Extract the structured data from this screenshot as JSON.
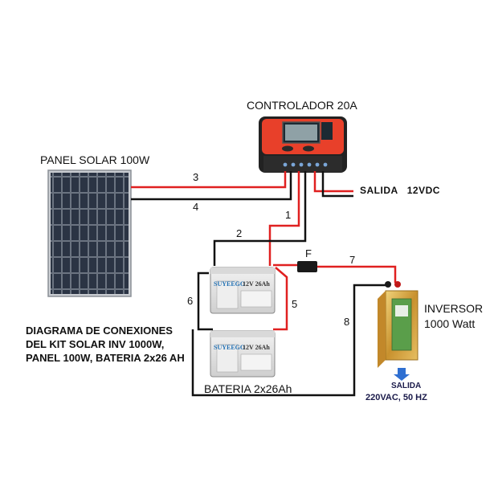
{
  "labels": {
    "controller": "CONTROLADOR 20A",
    "panel": "PANEL SOLAR 100W",
    "output_dc": "SALIDA   12VDC",
    "inverter_line1": "INVERSOR",
    "inverter_line2": "1000 Watt",
    "diagram_line1": "DIAGRAMA DE CONEXIONES",
    "diagram_line2": "DEL KIT SOLAR INV 1000W,",
    "diagram_line3": "PANEL 100W, BATERIA 2x26 AH",
    "battery": "BATERIA 2x26Ah",
    "output_ac_line1": "SALIDA",
    "output_ac_line2": "220VAC, 50 HZ",
    "fuse": "F"
  },
  "wires": {
    "w1": "1",
    "w2": "2",
    "w3": "3",
    "w4": "4",
    "w5": "5",
    "w6": "6",
    "w7": "7",
    "w8": "8"
  },
  "battery_labels": {
    "brand": "SUYEEGO",
    "spec": "12V 26Ah"
  },
  "colors": {
    "positive_wire": "#e02020",
    "negative_wire": "#111111",
    "controller_body": "#e8402a",
    "inverter_body": "#d6a64a",
    "battery_body": "#e6e6e6",
    "panel_cells": "#1d2430"
  }
}
